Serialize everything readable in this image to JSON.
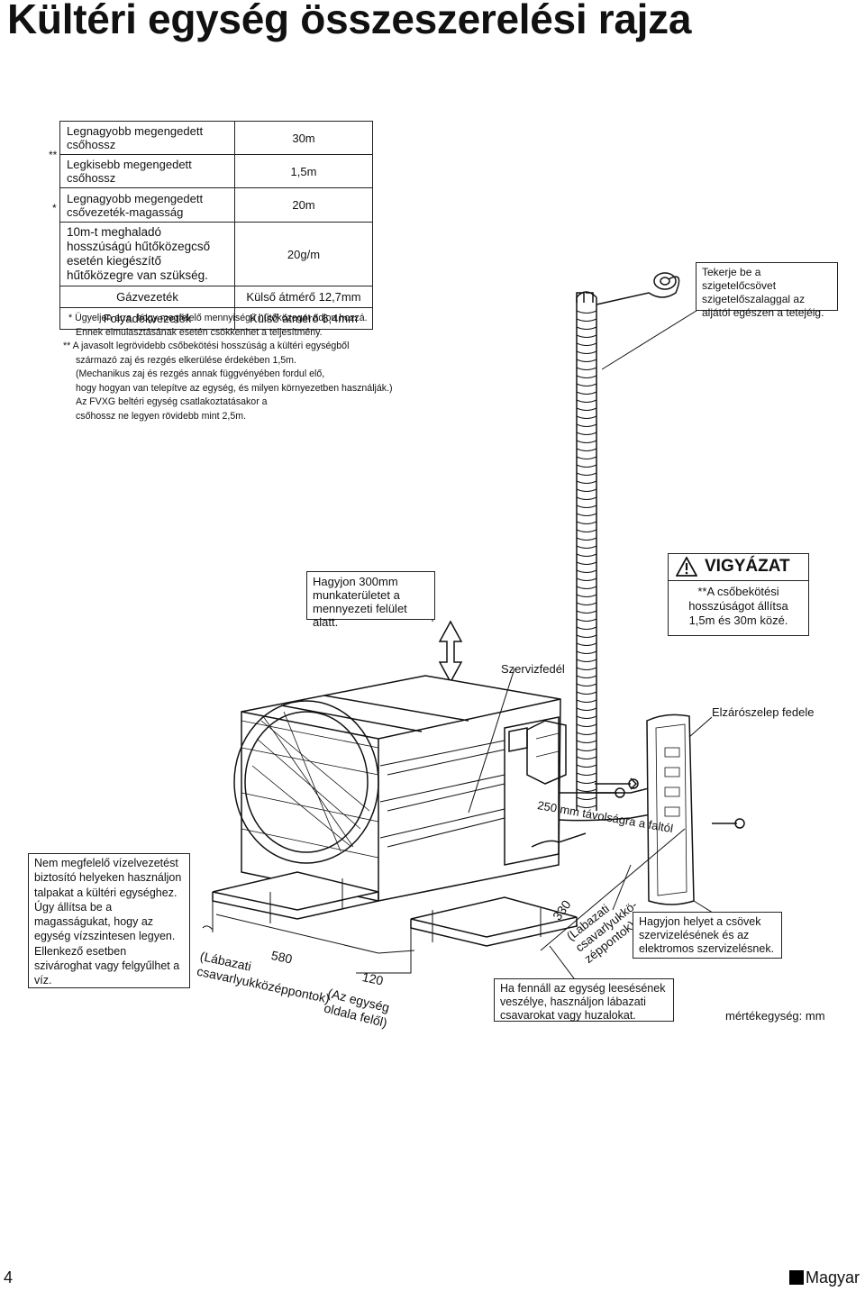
{
  "page": {
    "title": "Kültéri egység összeszerelési rajza",
    "page_number": "4",
    "language": "Magyar"
  },
  "spec_table": {
    "rows": [
      {
        "mark": "",
        "label": "Legnagyobb megengedett csőhossz",
        "value": "30m"
      },
      {
        "mark": "**",
        "label": "Legkisebb megengedett csőhossz",
        "value": "1,5m"
      },
      {
        "mark": "",
        "label": "Legnagyobb megengedett csővezeték-magasság",
        "value": "20m"
      },
      {
        "mark": "*",
        "label": "10m-t meghaladó hosszúságú hűtőközegcső esetén kiegészítő hűtőközegre van szükség.",
        "value": "20g/m"
      },
      {
        "mark": "",
        "label": "Gázvezeték",
        "value": "Külső átmérő 12,7mm"
      },
      {
        "mark": "",
        "label": "Folyadékvezeték",
        "value": "Külső átmérő 6,4mm"
      }
    ]
  },
  "notes": [
    "* Ügyeljen arra, hogy megfelelő mennyiségű hűtőközeget adjon hozzá.",
    "Ennek elmulasztásának esetén csökkenhet a teljesítmény.",
    "** A javasolt legrövidebb csőbekötési hosszúság a kültéri egységből",
    "származó zaj és rezgés elkerülése érdekében 1,5m.",
    "(Mechanikus zaj és rezgés annak függvényében fordul elő,",
    "hogy hogyan van telepítve az egység, és milyen környezetben használják.)",
    "Az FVXG beltéri egység csatlakoztatásakor a",
    "csőhossz ne legyen rövidebb mint 2,5m."
  ],
  "callouts": {
    "wrap_tape": "Tekerje be a szigetelőcsövet szigetelőszalaggal az aljától egészen a tetejéig.",
    "clearance": "Hagyjon 300mm munkaterületet a mennyezeti felület alatt.",
    "caution_title": "VIGYÁZAT",
    "caution_text": "**A csőbekötési hosszúságot állítsa 1,5m és 30m közé.",
    "service_cover": "Szervizfedél",
    "valve_cover": "Elzárószelep fedele",
    "distance_wall": "250 mm távolságra a faltól",
    "drain": "Nem megfelelő vízelvezetést biztosító helyeken használjon talpakat a kültéri egységhez. Úgy állítsa be a magasságukat, hogy az egység vízszintesen legyen. Ellenkező esetben szivároghat vagy felgyűlhet a víz.",
    "dim_580": "580",
    "dim_580_label": "(Lábazati csavarlyukközéppontok)",
    "dim_120": "120",
    "dim_120_label": "(Az egység oldala felől)",
    "dim_330": "330",
    "dim_330_label": "(Lábazati csavarlyukkö- zéppontok)",
    "fall_risk": "Ha fennáll az egység leesésének veszélye, használjon lábazati csavarokat vagy huzalokat.",
    "service_space": "Hagyjon helyet a csövek szervizelésének és az elektromos szervizelésnek.",
    "unit": "mértékegység: mm"
  }
}
